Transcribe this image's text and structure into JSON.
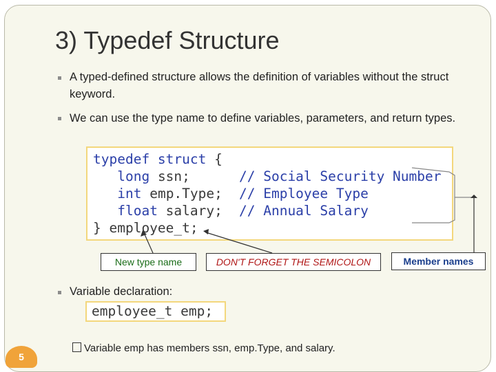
{
  "slide": {
    "title": "3) Typedef Structure",
    "bullets": [
      "A typed-defined structure allows the definition of variables without the struct keyword.",
      "We can use the type name to define variables, parameters, and return types.",
      "Variable declaration:"
    ],
    "code_block": {
      "lines": [
        {
          "code_kw": "typedef struct",
          "code_rest": " {",
          "comment": ""
        },
        {
          "code_kw": "long",
          "code_rest": " ssn;",
          "comment": "// Social Security Number"
        },
        {
          "code_kw": "int",
          "code_rest": " emp.Type;",
          "comment": "// Employee Type"
        },
        {
          "code_kw": "float",
          "code_rest": " salary;",
          "comment": "// Annual Salary"
        },
        {
          "code_kw": "",
          "code_rest": "} employee_t;",
          "comment": ""
        }
      ]
    },
    "callouts": {
      "new_type": "New type name",
      "semicolon": "DON'T FORGET THE SEMICOLON",
      "member_names": "Member names"
    },
    "declaration_code": "employee_t emp;",
    "sub_bullet": "Variable emp has members ssn, emp.Type, and salary.",
    "page_number": "5"
  },
  "colors": {
    "slide_background": "#f7f7ec",
    "keyword": "#2b3fa8",
    "code_border": "#f3d77c",
    "callout_new_type": "#1a6c18",
    "callout_semicolon": "#b01616",
    "callout_members": "#1a3e8c",
    "page_badge": "#f0a33a"
  }
}
